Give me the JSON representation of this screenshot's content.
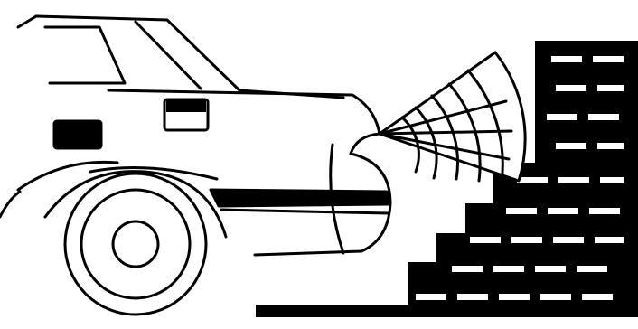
{
  "illustration": {
    "subject": "car-rear-parking-sensor",
    "elements": [
      "car",
      "sensor-waves",
      "brick-wall",
      "ground-line"
    ],
    "colors": {
      "ink": "#000000",
      "paper": "#ffffff"
    }
  }
}
